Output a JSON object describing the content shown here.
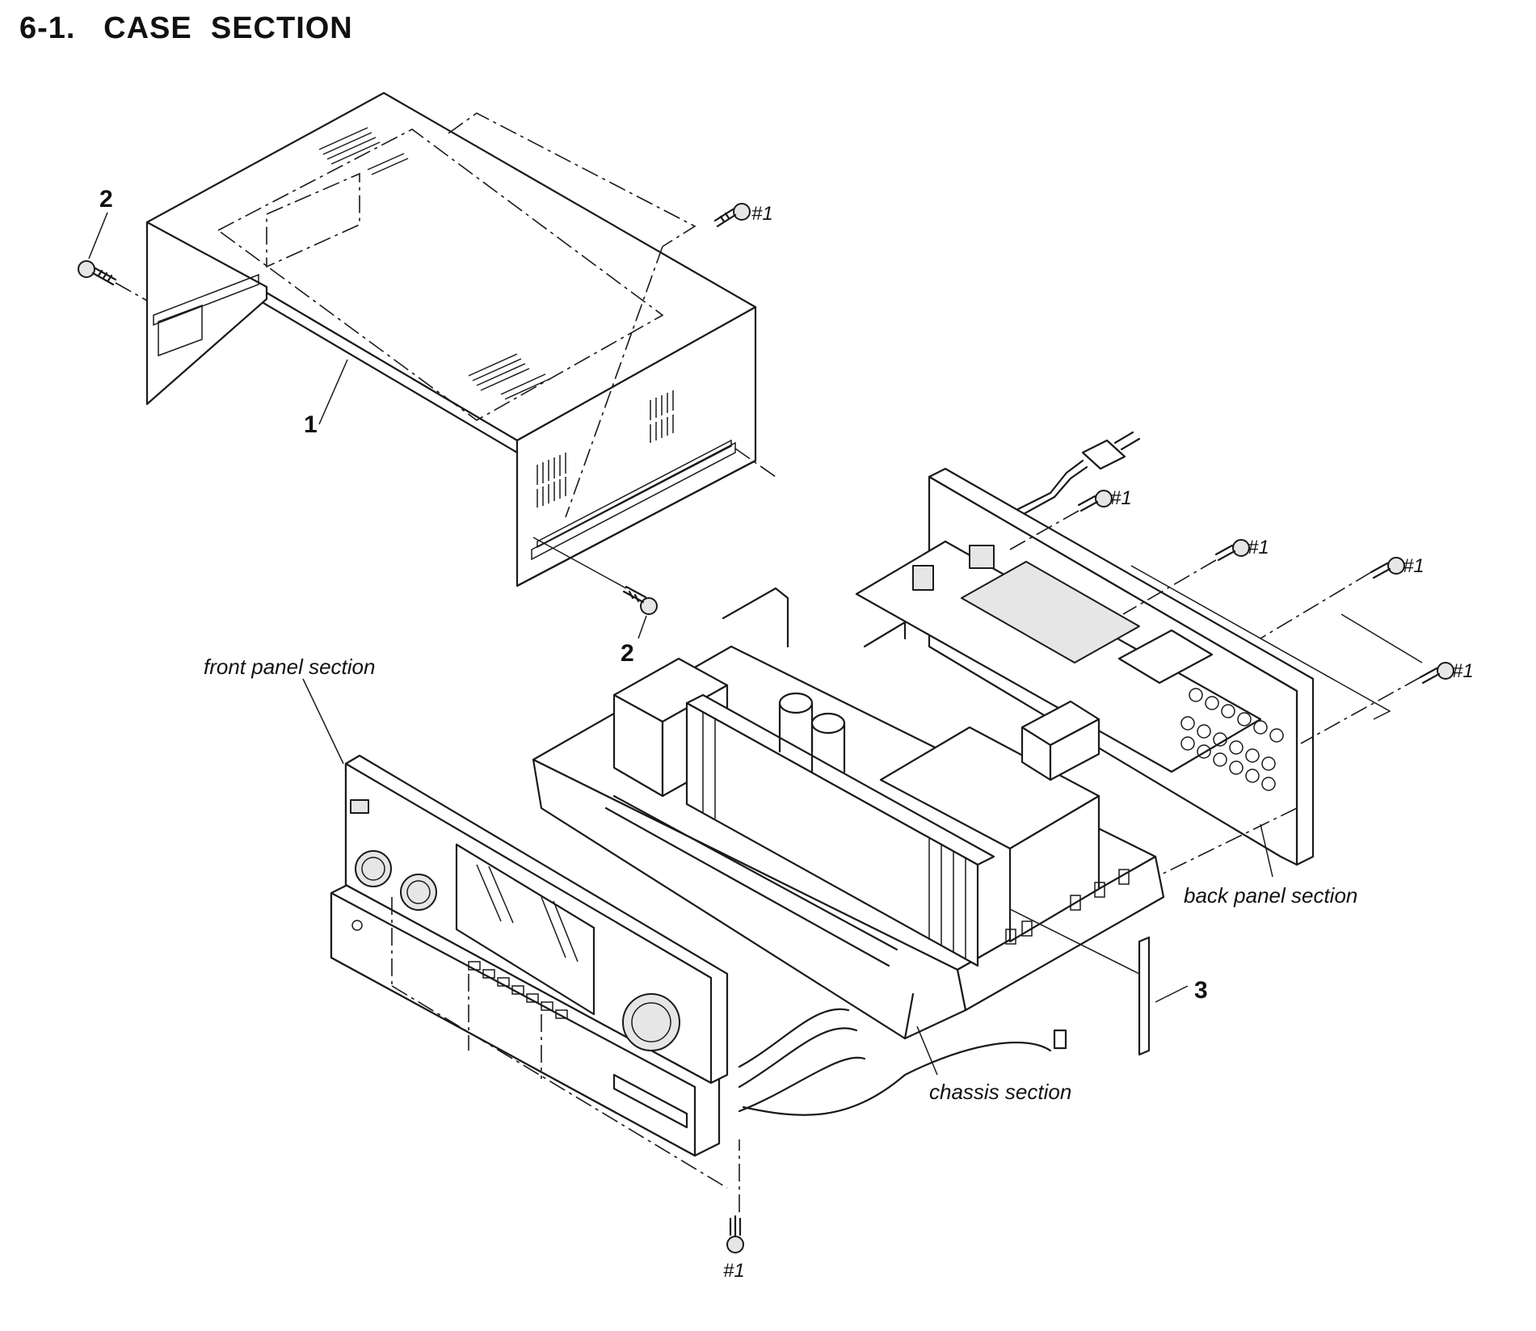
{
  "title": "6-1.   CASE  SECTION",
  "callouts": {
    "part1": "1",
    "part2_left": "2",
    "part2_bottom": "2",
    "part3": "3"
  },
  "screw_refs": {
    "top_right": "#1",
    "back_1": "#1",
    "back_2": "#1",
    "back_3": "#1",
    "back_4": "#1",
    "bottom": "#1"
  },
  "sections": {
    "front_panel": "front panel section",
    "back_panel": "back panel section",
    "chassis": "chassis section"
  },
  "icons": [
    "screw-icon",
    "power-plug-icon",
    "knob-icon",
    "display-window-icon"
  ]
}
